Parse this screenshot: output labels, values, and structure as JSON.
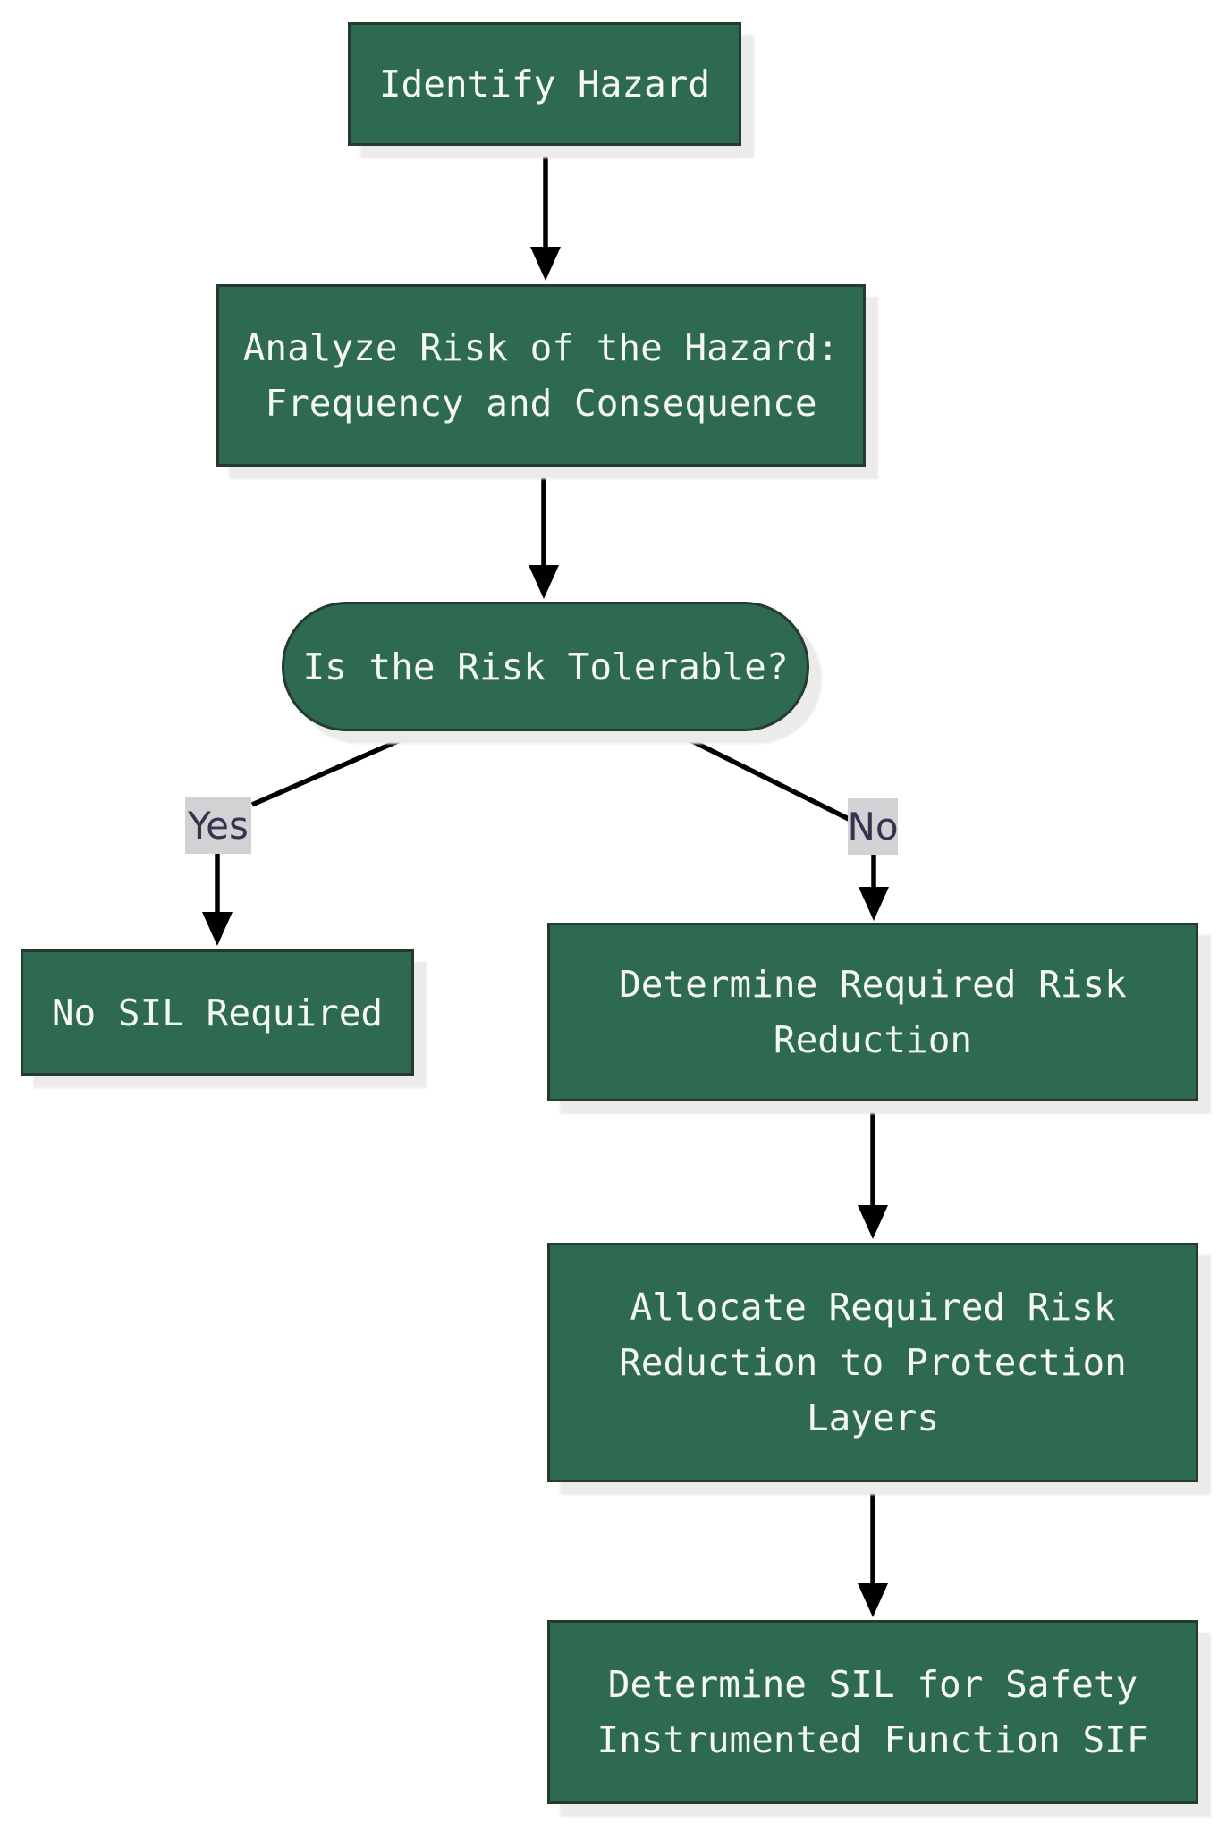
{
  "diagram": {
    "type": "flowchart",
    "direction": "top-down",
    "nodes": {
      "identify": {
        "shape": "rectangle",
        "label": "Identify Hazard"
      },
      "analyze": {
        "shape": "rectangle",
        "lines": [
          "Analyze Risk of the Hazard:",
          "Frequency and Consequence"
        ]
      },
      "tolerable": {
        "shape": "stadium",
        "label": "Is the Risk Tolerable?"
      },
      "no_sil": {
        "shape": "rectangle",
        "label": "No SIL Required"
      },
      "determine_rr": {
        "shape": "rectangle",
        "lines": [
          "Determine Required Risk",
          "Reduction"
        ]
      },
      "allocate": {
        "shape": "rectangle",
        "lines": [
          "Allocate Required Risk",
          "Reduction to Protection",
          "Layers"
        ]
      },
      "determine_sil": {
        "shape": "rectangle",
        "lines": [
          "Determine SIL for Safety",
          "Instrumented Function SIF"
        ]
      }
    },
    "edges": {
      "yes_label": "Yes",
      "no_label": "No"
    }
  },
  "colors": {
    "node_fill": "#2d6a4f",
    "node_border": "#263a30",
    "node_text": "#f4f7f2",
    "edge_label_bg": "#d2d2d4",
    "edge_label_text": "#35334d",
    "arrow": "#000000",
    "shadow": "#ebebeb",
    "background": "#ffffff"
  }
}
